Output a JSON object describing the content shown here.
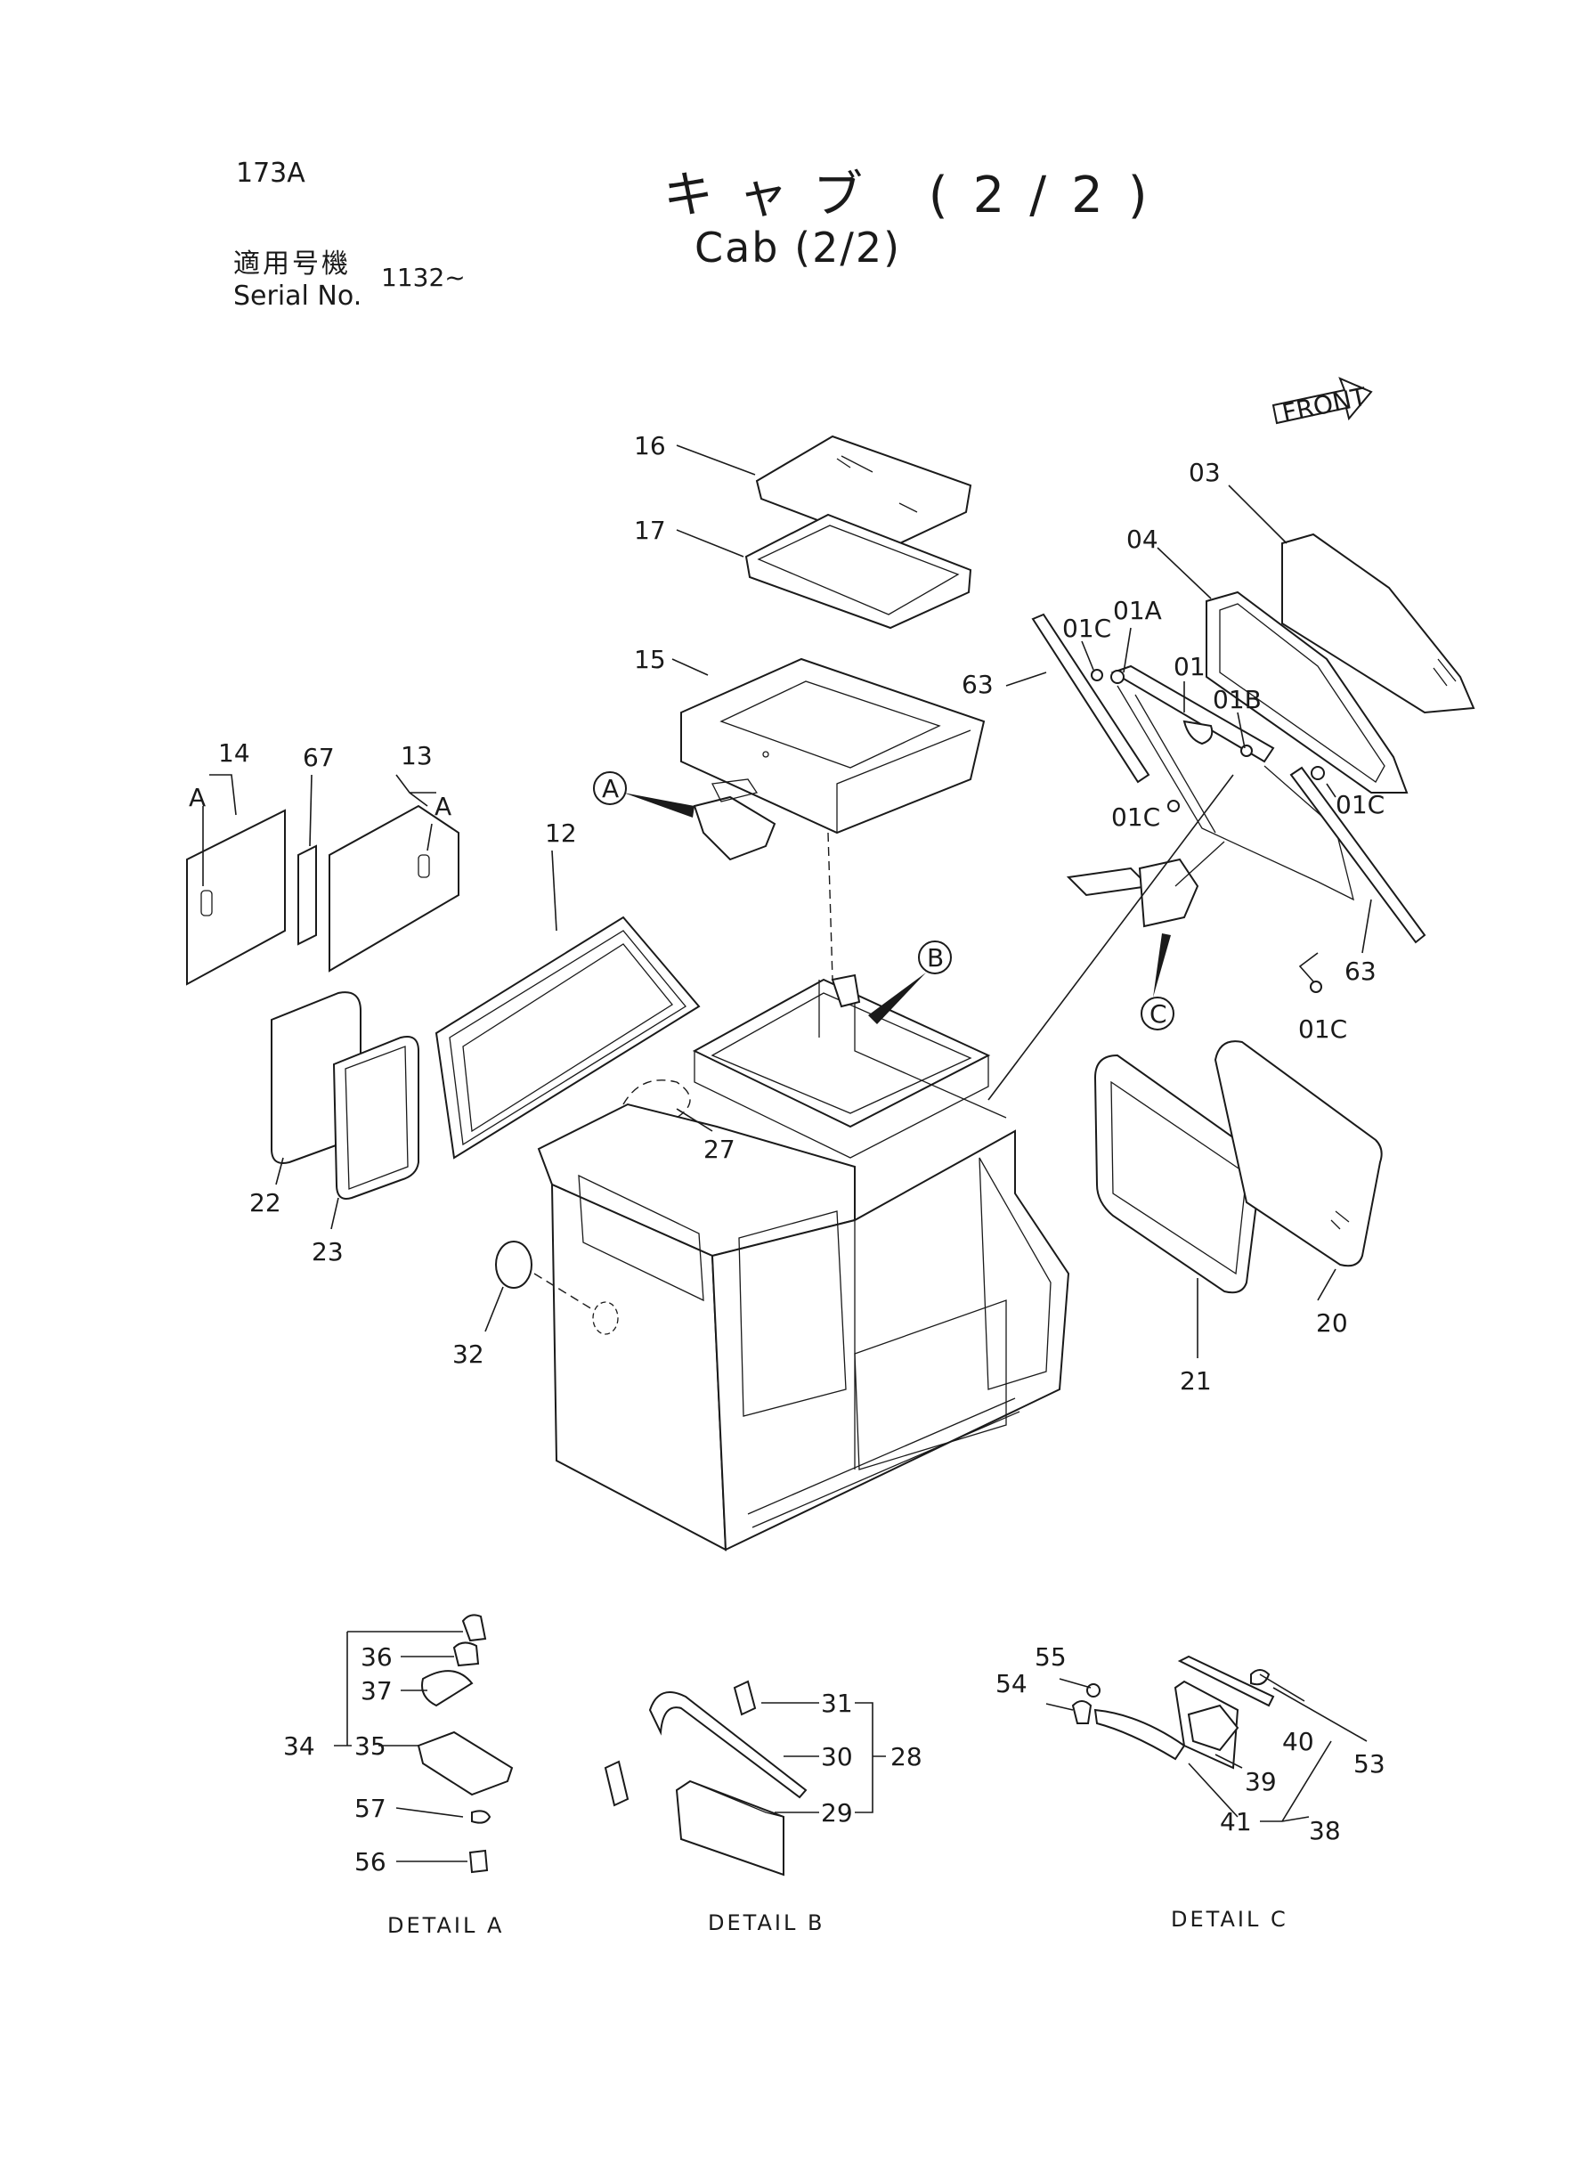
{
  "page": "173A",
  "title_jp": "キャブ (2/2)",
  "title_en": "Cab (2/2)",
  "serial": {
    "label_jp": "適用号機",
    "label_en": "Serial No.",
    "value": "1132~"
  },
  "front_sign": "FRONT",
  "callouts": {
    "a": "A",
    "b": "B",
    "c": "C"
  },
  "part_numbers": {
    "p16": "16",
    "p17": "17",
    "p15": "15",
    "p14": "14",
    "p67": "67",
    "p13": "13",
    "p12": "12",
    "p22": "22",
    "p23": "23",
    "p27": "27",
    "p32": "32",
    "p21": "21",
    "p20": "20",
    "p03": "03",
    "p04": "04",
    "p01": "01",
    "p01a": "01A",
    "p01b": "01B",
    "p01c": "01C",
    "p63": "63",
    "p36": "36",
    "p37": "37",
    "p34": "34",
    "p35": "35",
    "p57": "57",
    "p56": "56",
    "p31": "31",
    "p30": "30",
    "p28": "28",
    "p29": "29",
    "p55": "55",
    "p54": "54",
    "p40": "40",
    "p53": "53",
    "p39": "39",
    "p41": "41",
    "p38": "38"
  },
  "details": {
    "a": "DETAIL A",
    "b": "DETAIL B",
    "c": "DETAIL C"
  }
}
